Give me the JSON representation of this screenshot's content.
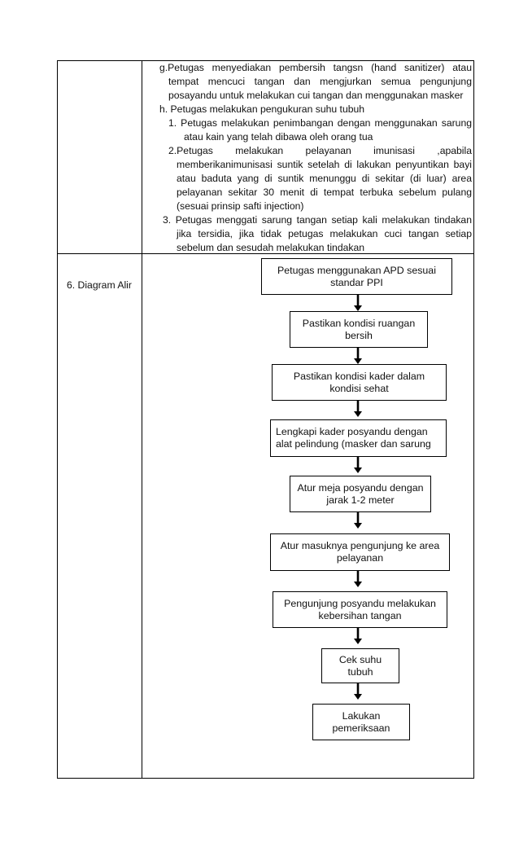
{
  "procedure": {
    "g_lines": [
      "g.Petugas menyediakan pembersih tangsn (hand sanitizer) atau",
      "tempat mencuci tangan dan mengjurkan semua pengunjung",
      "posayandu untuk melakukan cui tangan dan menggunakan masker"
    ],
    "h_title": "h. Petugas melakukan pengukuran suhu tubuh",
    "item1_lines": [
      "1. Petugas melakukan penimbangan dengan menggunakan sarung",
      "atau kain yang telah dibawa oleh orang tua"
    ],
    "item2_lines": [
      "2.Petugas melakukan pelayanan imunisasi ,apabila",
      "memberikanimunisasi suntik setelah di lakukan penyuntikan bayi",
      "atau baduta yang di suntik menunggu di sekitar (di luar) area",
      "pelayanan sekitar 30 menit di tempat terbuka sebelum pulang",
      "(sesuai prinsip safti injection)"
    ],
    "item3_lines": [
      "3. Petugas menggati sarung tangan setiap kali melakukan tindakan",
      "jika tersidia, jika tidak petugas melakukan cuci tangan setiap",
      "sebelum dan sesudah melakukan tindakan"
    ]
  },
  "section_label": "6. Diagram Alir",
  "flow_steps": [
    "Petugas menggunakan APD sesuai standar PPI",
    "Pastikan kondisi ruangan bersih",
    "Pastikan kondisi kader dalam kondisi sehat",
    "Lengkapi kader posyandu dengan alat pelindung (masker dan sarung",
    "Atur meja posyandu dengan jarak 1-2 meter",
    "Atur masuknya pengunjung ke area pelayanan",
    "Pengunjung posyandu melakukan kebersihan tangan",
    "Cek suhu tubuh",
    "Lakukan pemeriksaan"
  ]
}
